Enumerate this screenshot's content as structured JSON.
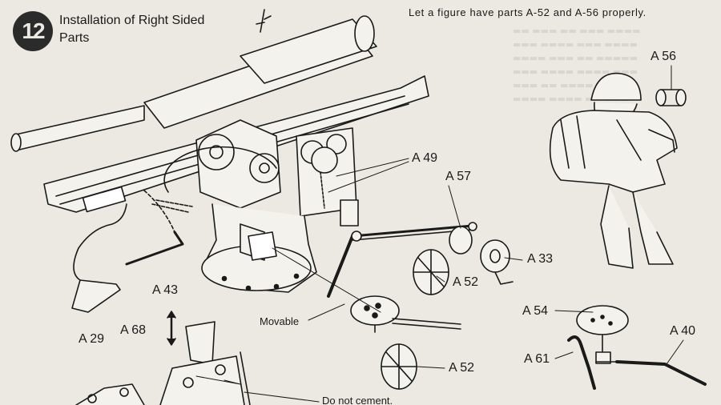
{
  "step": {
    "number": "12",
    "title_line1": "Installation of Right Sided",
    "title_line2": "Parts"
  },
  "note": "Let a figure have parts A-52 and A-56 properly.",
  "labels": {
    "a56": "A 56",
    "a49": "A 49",
    "a57": "A 57",
    "a33": "A 33",
    "a52_top": "A 52",
    "a52_bottom": "A 52",
    "a43": "A 43",
    "a29": "A 29",
    "a68": "A 68",
    "a54": "A 54",
    "a61": "A 61",
    "a40": "A 40"
  },
  "callouts": {
    "movable": "Movable",
    "do_not_cement": "Do not cement."
  }
}
